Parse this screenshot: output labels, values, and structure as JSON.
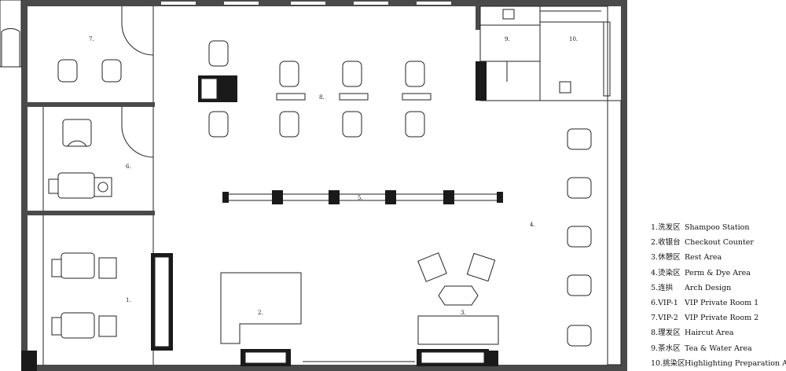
{
  "room_labels": [
    {
      "id": "1",
      "text": "1."
    },
    {
      "id": "2",
      "text": "2."
    },
    {
      "id": "3",
      "text": "3."
    },
    {
      "id": "4",
      "text": "4."
    },
    {
      "id": "5",
      "text": "5."
    },
    {
      "id": "6",
      "text": "6."
    },
    {
      "id": "7",
      "text": "7."
    },
    {
      "id": "8",
      "text": "8."
    },
    {
      "id": "9",
      "text": "9."
    },
    {
      "id": "10",
      "text": "10."
    }
  ],
  "legend": [
    {
      "num": "1.洗发区",
      "name": "Shampoo Station"
    },
    {
      "num": "2.收银台",
      "name": "Checkout Counter"
    },
    {
      "num": "3.休憩区",
      "name": "Rest Area"
    },
    {
      "num": "4.烫染区",
      "name": "Perm & Dye Area"
    },
    {
      "num": "5.连拱",
      "name": "Arch Design"
    },
    {
      "num": "6.VIP-1",
      "name": "VIP Private Room  1"
    },
    {
      "num": "7.VIP-2",
      "name": "VIP Private Room  2"
    },
    {
      "num": "8.理发区",
      "name": "Haircut Area"
    },
    {
      "num": "9.茶水区",
      "name": "Tea & Water Area"
    },
    {
      "num": "10.挑染区",
      "name": "Highlighting Preparation Area"
    }
  ]
}
